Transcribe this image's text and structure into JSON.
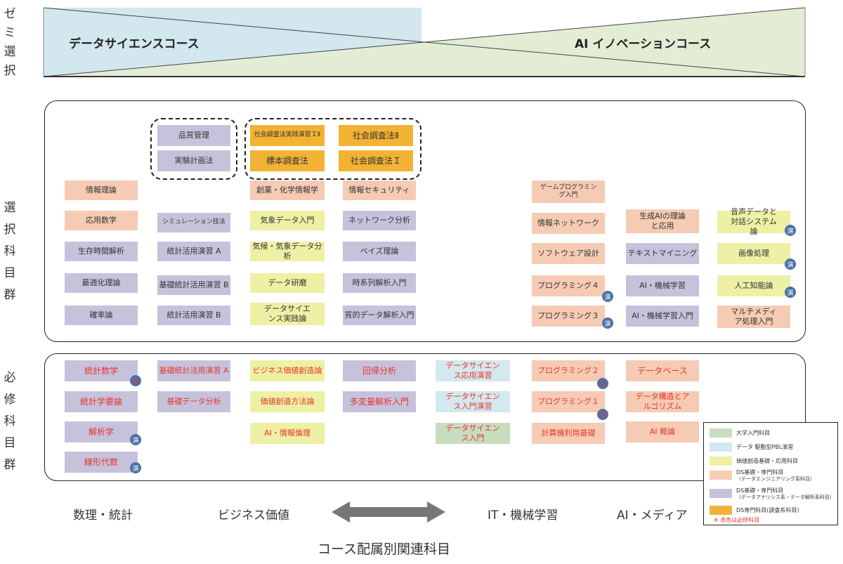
{
  "side_labels": {
    "seminar": [
      "ゼ",
      "ミ",
      "選",
      "択"
    ],
    "elective": [
      "選",
      "択",
      "科",
      "目",
      "群"
    ],
    "required": [
      "必",
      "修",
      "科",
      "目",
      "群"
    ]
  },
  "courses_banner": {
    "left": "データサイエンスコース",
    "right": "AI イノベーションコース"
  },
  "badge": "演",
  "seminar_groups": {
    "quality": [
      "品質管理",
      "実験計画法"
    ],
    "survey": [
      "社会調査法実践演習ＩⅡ",
      "社会調査法Ⅱ",
      "標本調査法",
      "社会調査法Ｉ"
    ]
  },
  "elective": {
    "col1": [
      "情報理論",
      "応用数学",
      "生存時間解析",
      "最適化理論",
      "確率論"
    ],
    "col2": [
      "シミュレーション技法",
      "統計活用演習 A",
      "基礎統計活用演習 B",
      "統計活用演習 B"
    ],
    "col3": [
      "創薬・化学情報学",
      "気象データ入門",
      "気候・気象データ分析",
      "データ研磨",
      "データサイエンス実践論"
    ],
    "col4": [
      "情報セキュリティ",
      "ネットワーク分析",
      "ベイズ理論",
      "時系列解析入門",
      "質的データ解析入門"
    ],
    "col5": [
      "ゲームプログラミング入門",
      "情報ネットワーク",
      "ソフトウェア設計",
      "プログラミング４",
      "プログラミング３"
    ],
    "col6": [
      "生成AIの理論と応用",
      "テキストマイニング",
      "AI・機械学習",
      "AI・機械学習入門"
    ],
    "col7": [
      "音声データと対話システム論",
      "画像処理",
      "人工知能論",
      "マルチメディア処理入門"
    ]
  },
  "required": {
    "col1": [
      "統計数学",
      "統計学要論",
      "解析学",
      "線形代数"
    ],
    "col2": [
      "基礎統計活用演習 A",
      "基礎データ分析"
    ],
    "col3": [
      "ビジネス価値創造論",
      "価値創造方法論",
      "AI・情報倫理"
    ],
    "col4": [
      "回帰分析",
      "多変量解析入門"
    ],
    "col5": [
      "データサイエンス応用演習",
      "データサイエンス入門演習",
      "データサイエンス入門"
    ],
    "col6": [
      "プログラミング２",
      "プログラミング１",
      "計算機利用基礎"
    ],
    "col7": [
      "データベース",
      "データ構造とアルゴリズム",
      "AI 概論"
    ]
  },
  "categories": [
    "数理・統計",
    "ビジネス価値",
    "IT・機械学習",
    "AI・メディア"
  ],
  "footer_title": "コース配属別関連科目",
  "legend": {
    "items": [
      {
        "label": "大学入門科目",
        "sub": ""
      },
      {
        "label": "データ 駆動型PBL演習",
        "sub": ""
      },
      {
        "label": "価値創造基礎・応用科目",
        "sub": ""
      },
      {
        "label": "DS基礎・専門科目",
        "sub": "（データエンジニアリング系科目）"
      },
      {
        "label": "DS基礎・専門科目",
        "sub": "（データアナリシス系・データ解析系科目）"
      },
      {
        "label": "DS専門科目(調査系科目)",
        "sub": ""
      }
    ],
    "note": "※ 赤色は必修科目"
  },
  "colors": {
    "green": "#c9dcc0",
    "blue": "#d3e8ef",
    "yellow": "#eef0a4",
    "salmon": "#f6cbb4",
    "purple": "#c6c2dc",
    "orange": "#f2b234",
    "required_text": "#e8342c",
    "badge": "#4a72a8"
  }
}
